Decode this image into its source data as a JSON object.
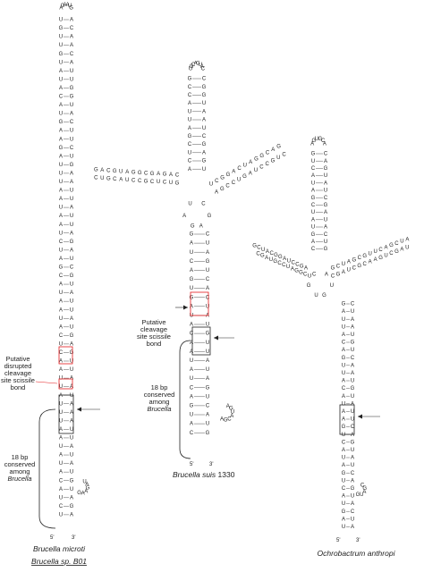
{
  "labels": {
    "microti_disrupted": [
      "Putative",
      "disrupted",
      "cleavage",
      "site scissile",
      "bond"
    ],
    "microti_conserved": [
      "18 bp",
      "conserved",
      "among"
    ],
    "conserved_genus": "Brucella",
    "suis_cleavage": [
      "Putative",
      "cleavage",
      "site scissile",
      "bond"
    ],
    "suis_conserved": [
      "18 bp",
      "conserved",
      "among"
    ]
  },
  "captions": {
    "microti": "Brucella microti",
    "microti_strain": "Brucella sp. B01",
    "suis_species": "Brucella suis",
    "suis_strain": " 1330",
    "ochrobactrum": "Ochrobactrum anthropi"
  },
  "termini": {
    "five": "5'",
    "three": "3'"
  },
  "structures": {
    "microti": {
      "loop": [
        "A",
        "G",
        "A",
        "A",
        "U",
        "G"
      ],
      "stem_left": [
        "U",
        "G",
        "U",
        "U",
        "G",
        "U",
        "A",
        "U",
        "A",
        "C",
        "A",
        "U",
        "G",
        "A",
        "A",
        "G",
        "A",
        "U",
        "U",
        "U",
        "A",
        "A",
        "U",
        "A",
        "A",
        "U",
        "C",
        "U",
        "A",
        "G",
        "C",
        "A",
        "U",
        "A",
        "A",
        "U",
        "A",
        "C",
        "U",
        "C",
        "A",
        "A",
        "U",
        "U",
        "A",
        "U",
        "U",
        "U",
        "A",
        "A",
        "U",
        "A",
        "U",
        "A",
        "C",
        "A",
        "U",
        "C",
        "U"
      ],
      "stem_right": [
        "A",
        "C",
        "A",
        "A",
        "C",
        "A",
        "U",
        "U",
        "G",
        "G",
        "U",
        "A",
        "C",
        "U",
        "U",
        "C",
        "U",
        "G",
        "A",
        "A",
        "U",
        "U",
        "A",
        "U",
        "U",
        "A",
        "G",
        "A",
        "U",
        "C",
        "G",
        "U",
        "A",
        "U",
        "U",
        "A",
        "U",
        "G",
        "A",
        "G",
        "U",
        "U",
        "A",
        "A",
        "U",
        "A",
        "A",
        "A",
        "U",
        "U",
        "A",
        "U",
        "A",
        "U",
        "G",
        "U",
        "A",
        "G",
        "A"
      ],
      "bulge": [
        "U",
        "A",
        "G",
        "A",
        "A",
        "G"
      ]
    },
    "suis": {
      "top_loop": [
        "U",
        "G",
        "C",
        "A",
        "G",
        "U",
        "A",
        "C"
      ],
      "top_stem_left": [
        "G",
        "C",
        "C",
        "A",
        "U",
        "U",
        "A",
        "G",
        "C",
        "U",
        "C",
        "A"
      ],
      "top_stem_right": [
        "C",
        "G",
        "G",
        "U",
        "A",
        "A",
        "U",
        "C",
        "G",
        "A",
        "G",
        "U"
      ],
      "left_arm_top": [
        "C",
        "A",
        "G",
        "A",
        "G",
        "C",
        "G",
        "G",
        "A",
        "U",
        "G",
        "C",
        "A",
        "G"
      ],
      "left_arm_bottom": [
        "G",
        "U",
        "C",
        "U",
        "C",
        "G",
        "C",
        "C",
        "U",
        "A",
        "C",
        "G",
        "U",
        "C"
      ],
      "right_arm_top": [
        "U",
        "C",
        "G",
        "G",
        "A",
        "C",
        "U",
        "A",
        "G",
        "G",
        "C",
        "A",
        "G"
      ],
      "right_arm_bottom": [
        "A",
        "G",
        "C",
        "C",
        "U",
        "G",
        "A",
        "U",
        "C",
        "C",
        "G",
        "U",
        "C"
      ],
      "stem_left": [
        "G",
        "A",
        "U",
        "C",
        "A",
        "G",
        "U",
        "G",
        "A",
        "U",
        "A",
        "C",
        "A",
        "A",
        "U",
        "A",
        "U",
        "C",
        "A",
        "G",
        "U",
        "A",
        "C"
      ],
      "stem_right": [
        "C",
        "U",
        "A",
        "G",
        "U",
        "C",
        "A",
        "C",
        "U",
        "A",
        "U",
        "G",
        "U",
        "U",
        "A",
        "U",
        "A",
        "G",
        "U",
        "C",
        "A",
        "U",
        "G"
      ],
      "bulge": [
        "A",
        "G",
        "U",
        "A",
        "C",
        "G",
        "A"
      ]
    },
    "ochrobactrum": {
      "top_loop": [
        "A",
        "G",
        "U",
        "G",
        "C",
        "A"
      ],
      "top_stem_left": [
        "G",
        "U",
        "C",
        "A",
        "U",
        "A",
        "G",
        "C",
        "U",
        "A",
        "U",
        "G",
        "A",
        "C"
      ],
      "top_stem_right": [
        "C",
        "A",
        "G",
        "U",
        "A",
        "U",
        "C",
        "G",
        "A",
        "U",
        "A",
        "C",
        "U",
        "G"
      ],
      "left_arm_top": [
        "A",
        "G",
        "C",
        "C",
        "U",
        "A",
        "G",
        "G",
        "C",
        "A",
        "U",
        "C",
        "G"
      ],
      "left_arm_bottom": [
        "U",
        "C",
        "G",
        "G",
        "A",
        "U",
        "C",
        "C",
        "G",
        "U",
        "A",
        "G",
        "C"
      ],
      "right_arm_top": [
        "G",
        "C",
        "U",
        "A",
        "G",
        "C",
        "G",
        "U",
        "U",
        "C",
        "A",
        "G",
        "C",
        "U",
        "A"
      ],
      "right_arm_bottom": [
        "C",
        "G",
        "A",
        "U",
        "C",
        "G",
        "C",
        "A",
        "A",
        "G",
        "U",
        "C",
        "G",
        "A",
        "U"
      ],
      "stem_left": [
        "G",
        "A",
        "U",
        "U",
        "A",
        "C",
        "A",
        "G",
        "U",
        "U",
        "A",
        "C",
        "A",
        "U",
        "A",
        "A",
        "G",
        "U",
        "C",
        "A",
        "U",
        "A",
        "G",
        "U",
        "C",
        "A",
        "U",
        "G",
        "A",
        "U"
      ],
      "stem_right": [
        "C",
        "U",
        "A",
        "A",
        "U",
        "G",
        "U",
        "C",
        "A",
        "A",
        "U",
        "G",
        "U",
        "A",
        "U",
        "U",
        "C",
        "A",
        "G",
        "U",
        "A",
        "U",
        "C",
        "A",
        "G",
        "U",
        "A",
        "C",
        "U",
        "A"
      ],
      "bulge": [
        "C",
        "G",
        "A",
        "U",
        "G"
      ]
    }
  },
  "colors": {
    "highlight": "#e41a1c",
    "box": "#222222",
    "text": "#222222"
  }
}
